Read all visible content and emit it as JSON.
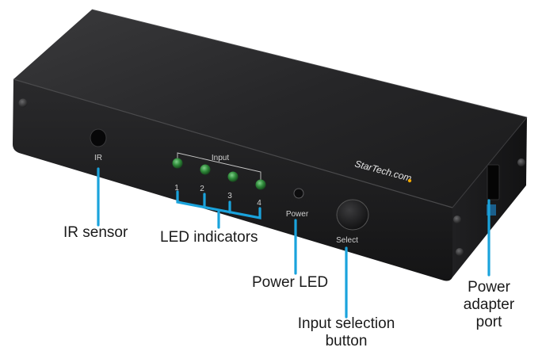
{
  "device": {
    "brand": "StarTech.com",
    "panel": {
      "ir_label": "IR",
      "input_label": "Input",
      "led_numbers": [
        "1",
        "2",
        "3",
        "4"
      ],
      "power_label": "Power",
      "select_label": "Select"
    }
  },
  "callouts": {
    "ir_sensor": "IR sensor",
    "led_indicators": "LED indicators",
    "power_led": "Power LED",
    "input_selection_line1": "Input selection",
    "input_selection_line2": "button",
    "power_adapter_line1": "Power",
    "power_adapter_line2": "adapter",
    "power_adapter_line3": "port"
  },
  "colors": {
    "accent_line": "#1aa3dc",
    "led_green": "#2f8a3a",
    "chassis": "#1b1b1d"
  }
}
